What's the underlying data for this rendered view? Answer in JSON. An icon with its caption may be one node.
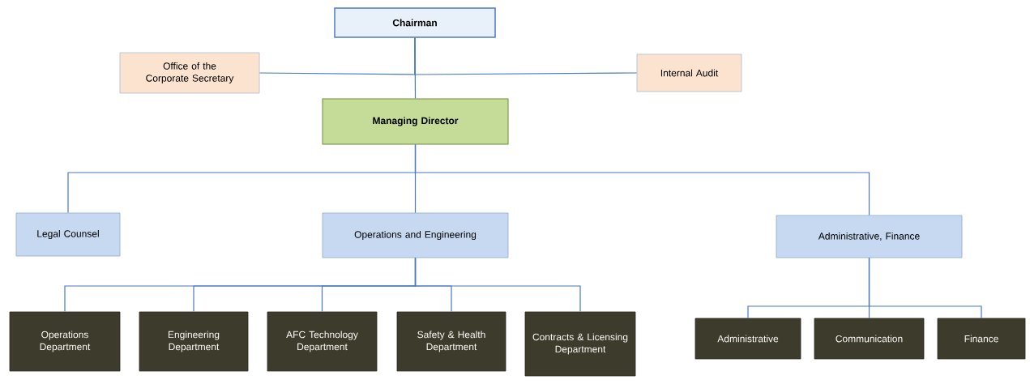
{
  "diagram": {
    "nodes": [
      {
        "text": [
          "Chairman"
        ]
      },
      {
        "text": [
          "Office of the Corporate Secretary"
        ]
      },
      {
        "text": [
          "Internal Audit"
        ]
      },
      {
        "text": [
          "Managing Director"
        ]
      },
      {
        "text": [
          "Legal Counsel"
        ]
      },
      {
        "text": [
          "Operations and Engineering"
        ]
      },
      {
        "text": [
          "Administrative, Finance"
        ]
      },
      {
        "text": [
          "Operations Department"
        ]
      },
      {
        "text": [
          "Engineering Department"
        ]
      },
      {
        "text": [
          "AFC Technology Department"
        ]
      },
      {
        "text": [
          "Safety & Health Department"
        ]
      },
      {
        "text": [
          "Contracts & Licensing Department"
        ]
      },
      {
        "text": [
          "Administrative"
        ]
      },
      {
        "text": [
          "Communication"
        ]
      },
      {
        "text": [
          "Finance"
        ]
      }
    ],
    "edges": [
      {
        "from": 0,
        "to": 3,
        "arrow": "none"
      },
      {
        "from": 0,
        "to": 1,
        "arrow": "none"
      },
      {
        "from": 0,
        "to": 2,
        "arrow": "none"
      },
      {
        "from": 3,
        "to": 4,
        "arrow": "none"
      },
      {
        "from": 3,
        "to": 5,
        "arrow": "none"
      },
      {
        "from": 3,
        "to": 6,
        "arrow": "none"
      },
      {
        "from": 5,
        "to": 7,
        "arrow": "none"
      },
      {
        "from": 5,
        "to": 8,
        "arrow": "none"
      },
      {
        "from": 5,
        "to": 9,
        "arrow": "none"
      },
      {
        "from": 5,
        "to": 10,
        "arrow": "none"
      },
      {
        "from": 5,
        "to": 11,
        "arrow": "none"
      },
      {
        "from": 6,
        "to": 12,
        "arrow": "none"
      },
      {
        "from": 6,
        "to": 13,
        "arrow": "none"
      },
      {
        "from": 6,
        "to": 14,
        "arrow": "none"
      }
    ]
  }
}
